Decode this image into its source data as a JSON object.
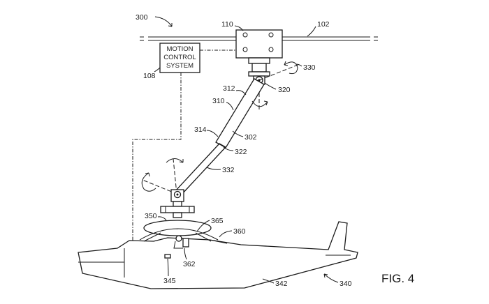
{
  "figure_label": "FIG. 4",
  "motion_control_box": {
    "line1": "MOTION",
    "line2": "CONTROL",
    "line3": "SYSTEM"
  },
  "refs": {
    "r300": "300",
    "r110": "110",
    "r102": "102",
    "r108": "108",
    "r330": "330",
    "r312": "312",
    "r320": "320",
    "r310": "310",
    "r314": "314",
    "r302": "302",
    "r322": "322",
    "r332": "332",
    "r350": "350",
    "r365": "365",
    "r360": "360",
    "r362": "362",
    "r345": "345",
    "r342": "342",
    "r340": "340"
  }
}
